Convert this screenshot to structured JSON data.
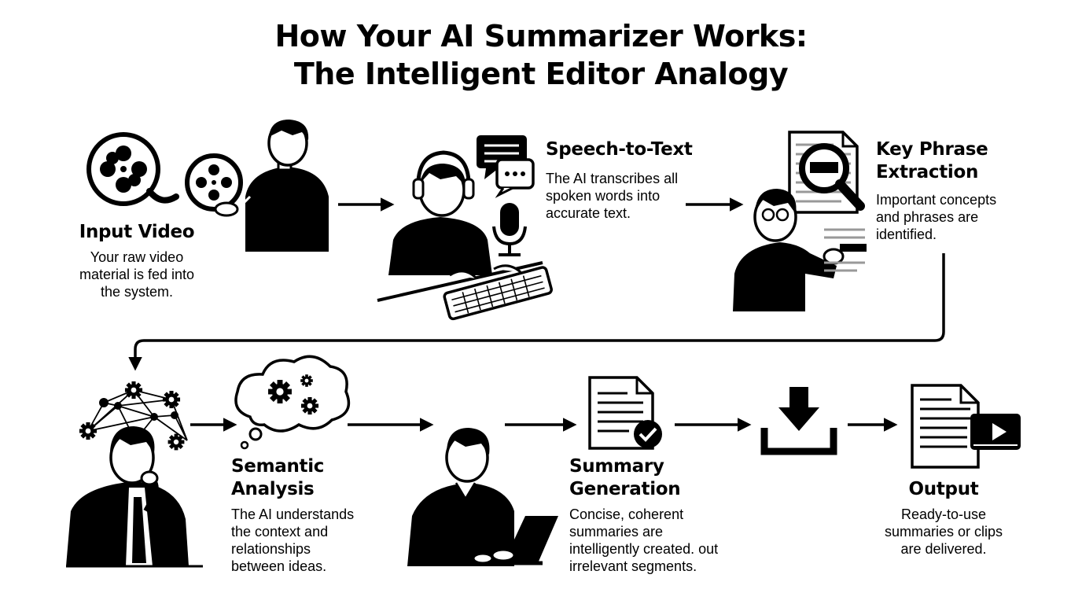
{
  "title": {
    "line1": "How Your AI Summarizer Works:",
    "line2": "The Intelligent Editor Analogy"
  },
  "steps": [
    {
      "heading": [
        "Input Video"
      ],
      "description": [
        "Your raw video",
        "material is fed into",
        "the system."
      ]
    },
    {
      "heading": [
        "Speech-to-Text"
      ],
      "description": [
        "The AI transcribes all",
        "spoken words into",
        "accurate text."
      ]
    },
    {
      "heading": [
        "Key Phrase",
        "Extraction"
      ],
      "description": [
        "Important concepts",
        "and phrases are",
        "identified."
      ]
    },
    {
      "heading": [
        "Semantic",
        "Analysis"
      ],
      "description": [
        "The AI understands",
        "the context and",
        "relationships",
        "between ideas."
      ]
    },
    {
      "heading": [
        "Summary",
        "Generation"
      ],
      "description": [
        "Concise, coherent",
        "summaries are",
        "intelligently created. out",
        "irrelevant segments."
      ]
    },
    {
      "heading": [
        "Output"
      ],
      "description": [
        "Ready-to-use",
        "summaries or clips",
        "are delivered."
      ]
    }
  ],
  "icons": [
    "film-reel-icon",
    "person-holding-reel-icon",
    "headset-person-icon",
    "chat-bubbles-icon",
    "microphone-icon",
    "document-magnifier-icon",
    "pointing-person-icon",
    "network-gears-icon",
    "thinking-person-icon",
    "thought-cloud-gears-icon",
    "laptop-person-icon",
    "document-check-icon",
    "download-icon",
    "document-video-icon"
  ],
  "colors": {
    "ink": "#000000",
    "background": "#ffffff"
  }
}
